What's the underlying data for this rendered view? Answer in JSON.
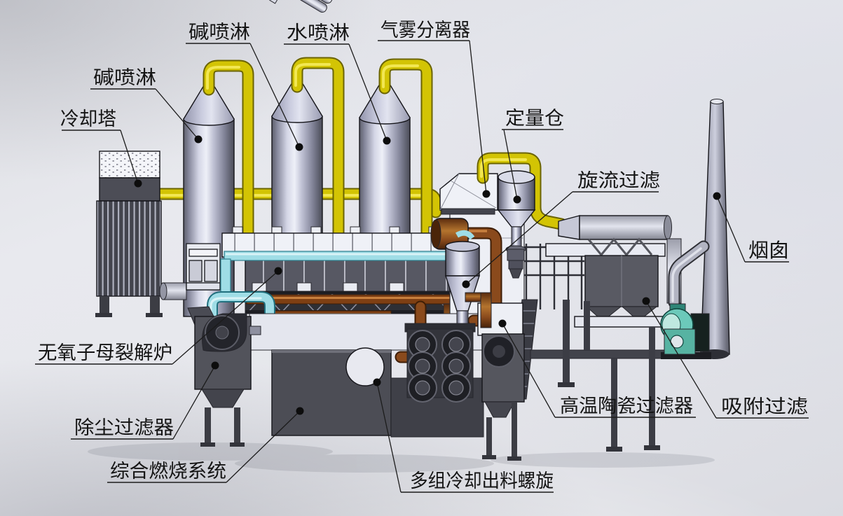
{
  "diagram": {
    "kind": "3d-equipment-callout-diagram",
    "labels": [
      {
        "id": "cooling-tower",
        "text": "冷却塔"
      },
      {
        "id": "alkali-spray-left",
        "text": "碱喷淋"
      },
      {
        "id": "alkali-spray-top",
        "text": "碱喷淋"
      },
      {
        "id": "water-spray",
        "text": "水喷淋"
      },
      {
        "id": "mist-separator",
        "text": "气雾分离器"
      },
      {
        "id": "dosing-bin",
        "text": "定量仓"
      },
      {
        "id": "cyclone-filter",
        "text": "旋流过滤"
      },
      {
        "id": "chimney",
        "text": "烟囱"
      },
      {
        "id": "pyrolysis-furnace",
        "text": "无氧子母裂解炉"
      },
      {
        "id": "dust-filter",
        "text": "除尘过滤器"
      },
      {
        "id": "combustion-system",
        "text": "综合燃烧系统"
      },
      {
        "id": "screw-conveyors",
        "text": "多组冷却出料螺旋"
      },
      {
        "id": "ceramic-filter",
        "text": "高温陶瓷过滤器"
      },
      {
        "id": "adsorption-filter",
        "text": "吸附过滤"
      }
    ],
    "colors": {
      "pipe_yellow": "#d3c404",
      "pipe_copper": "#8a4a1c",
      "pipe_cyan": "#9fdde6",
      "fan_teal": "#6cc9ba",
      "metal_light": "#eef0f8",
      "metal_dark": "#55565e",
      "line": "#1a1a1a",
      "background": "#e6e7ec"
    }
  }
}
